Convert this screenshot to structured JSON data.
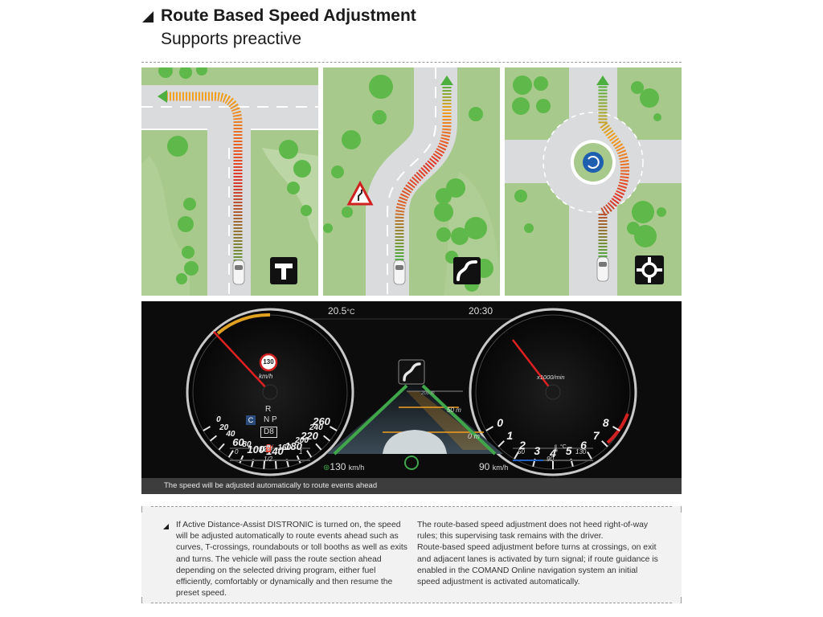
{
  "header": {
    "title": "Route Based Speed Adjustment",
    "subtitle": "Supports preactive"
  },
  "panels": [
    {
      "scenario": "T-crossing",
      "icon": "t-junction-icon"
    },
    {
      "scenario": "curves",
      "icon": "curve-road-icon",
      "warning_sign": "double-bend-warning-icon"
    },
    {
      "scenario": "roundabout",
      "icon": "roundabout-icon"
    }
  ],
  "cluster": {
    "outside_temp": "20.5",
    "temp_unit": "°C",
    "clock": "20:30",
    "speedometer": {
      "labels": [
        "0",
        "20",
        "40",
        "60",
        "80",
        "100",
        "120",
        "140",
        "160",
        "180",
        "200",
        "220",
        "240",
        "260"
      ],
      "unit": "km/h",
      "speed_limit_sign": "130",
      "gear_indicator": "R",
      "gear_row": "N P",
      "drive_mode": "C",
      "gear": "D8",
      "fuel_labels": [
        "0",
        "1/2",
        "1"
      ]
    },
    "tachometer": {
      "labels": [
        "0",
        "1",
        "2",
        "3",
        "4",
        "5",
        "6",
        "7",
        "8"
      ],
      "unit": "x1000/min",
      "temp_labels": [
        "50",
        "90",
        "130"
      ],
      "temp_unit": "°C"
    },
    "center": {
      "distance_labels": [
        "200 m",
        "50 m",
        "0 m"
      ],
      "set_speed": "130",
      "set_speed_unit": "km/h",
      "current_limit": "90",
      "current_limit_unit": "km/h"
    },
    "caption": "The speed will be adjusted automatically to route events ahead"
  },
  "info": {
    "col1": "If Active Distance-Assist DISTRONIC is turned on, the speed will be adjusted automatically to route events ahead such as curves, T-crossings, roundabouts or toll booths as well as exits and turns. The vehicle will pass the route section ahead depending on the selected driving program, either fuel efficiently, comfortably or dynamically and then resume the preset speed.",
    "col2_p1": "The route-based speed adjustment does not heed right-of-way rules; this supervising task remains with the driver.",
    "col2_p2": "Route-based speed adjustment before turns at crossings, on exit and adjacent lanes is activated by turn signal; if route guidance is enabled in the COMAND Online navigation system an initial speed adjustment is activated automatically."
  },
  "colors": {
    "grass": "#a8c98c",
    "road": "#d9dbdc",
    "tree": "#5fb84a",
    "route_green": "#4caf3f",
    "route_red": "#e0342a",
    "accent_orange": "#f0a020"
  }
}
